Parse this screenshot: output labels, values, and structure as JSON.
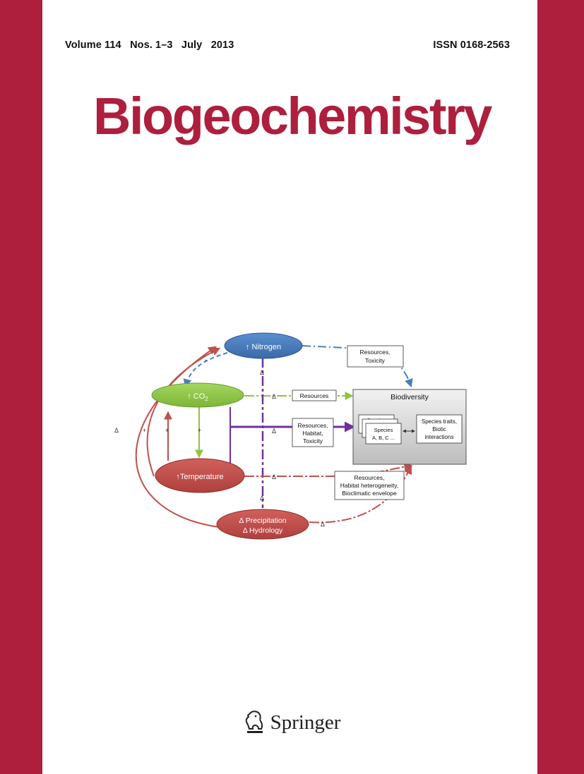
{
  "cover": {
    "issue_line": "Volume 114   Nos. 1–3   July   2013",
    "issn": "ISSN 0168-2563",
    "title": "Biogeochemistry",
    "publisher": "Springer",
    "brand_color": "#ad1f3d"
  },
  "figure": {
    "nodes": {
      "nitrogen": "↑ Nitrogen",
      "co2": "↑ CO",
      "co2_subscript": "2",
      "temperature": "↑Temperature",
      "precipitation_line1": "Δ Precipitation",
      "precipitation_line2": "Δ Hydrology"
    },
    "boxes": {
      "resources_toxicity": [
        "Resources,",
        "Toxicity"
      ],
      "resources": [
        "Resources"
      ],
      "resources_habitat_toxicity": [
        "Resources,",
        "Habitat,",
        "Toxicity"
      ],
      "resources_habitat_bioclimatic": [
        "Resources,",
        "Habitat heterogeneity,",
        "Bioclimatic envelope"
      ],
      "biodiversity_title": "Biodiversity",
      "species_back_1": "Species",
      "species_back_2": "Species",
      "species_front": [
        "Species",
        "A, B, C ..."
      ],
      "species_traits": [
        "Species traits,",
        "Biotic",
        "interactions"
      ]
    },
    "signs": {
      "minus": "-",
      "plus": "+",
      "delta": "Δ"
    },
    "colors": {
      "nitrogen": "#4a7ebb",
      "co2": "#8cc63f",
      "temperature": "#c0504d",
      "interaction": "#7030a0"
    }
  }
}
